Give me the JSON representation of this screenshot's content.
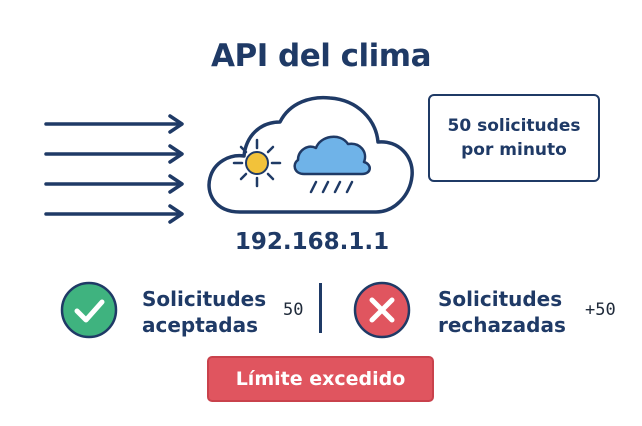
{
  "header": {
    "title": "API del clima"
  },
  "rate_limit": {
    "line1": "50 solicitudes",
    "line2": "por minuto"
  },
  "server": {
    "ip": "192.168.1.1"
  },
  "accepted": {
    "line1": "Solicitudes",
    "line2": "aceptadas",
    "count": "50"
  },
  "rejected": {
    "line1": "Solicitudes",
    "line2": "rechazadas",
    "count": "+50"
  },
  "status": {
    "label": "Límite excedido"
  },
  "colors": {
    "navy": "#1f3a66",
    "accepted_green": "#3fb37f",
    "rejected_red": "#e0555f",
    "cloud_blue": "#6fb3e8",
    "sun_yellow": "#f2c23a"
  }
}
